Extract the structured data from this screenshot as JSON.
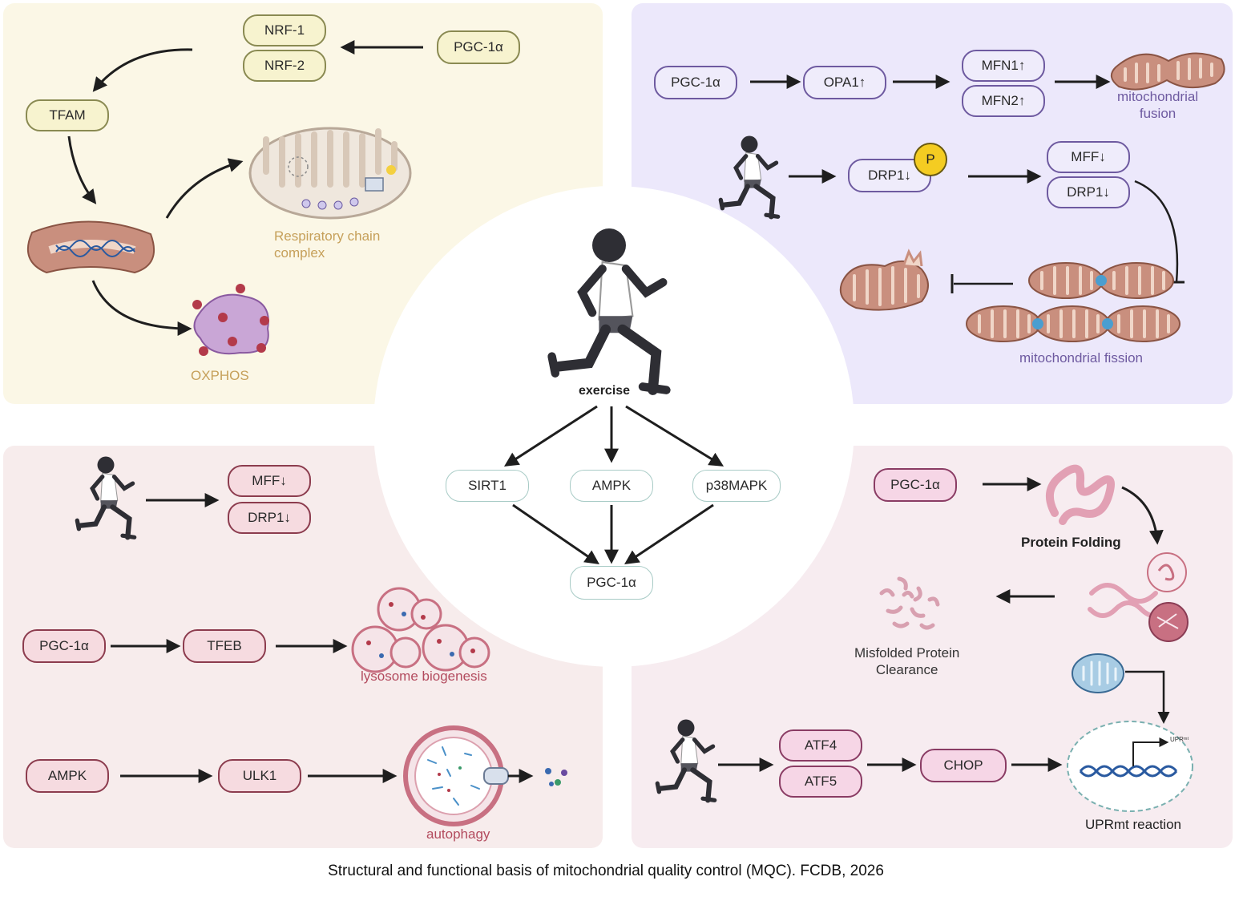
{
  "caption": "Structural and functional basis of mitochondrial quality control (MQC). FCDB, 2026",
  "center": {
    "exercise": "exercise",
    "sirt1": "SIRT1",
    "ampk": "AMPK",
    "p38mapk": "p38MAPK",
    "pgc1a": "PGC-1α"
  },
  "top_left": {
    "nrf1": "NRF-1",
    "nrf2": "NRF-2",
    "pgc1a": "PGC-1α",
    "tfam": "TFAM",
    "respiratory_chain": "Respiratory chain\ncomplex",
    "oxphos": "OXPHOS"
  },
  "top_right": {
    "pgc1a": "PGC-1α",
    "opa1": "OPA1↑",
    "mfn1": "MFN1↑",
    "mfn2": "MFN2↑",
    "fusion_label": "mitochondrial\nfusion",
    "drp1_p": "DRP1↓",
    "phosphate": "P",
    "mff": "MFF↓",
    "drp1": "DRP1↓",
    "fission_label": "mitochondrial fission"
  },
  "bottom_left": {
    "mff": "MFF↓",
    "drp1": "DRP1↓",
    "pgc1a": "PGC-1α",
    "tfeb": "TFEB",
    "lysosome_label": "lysosome biogenesis",
    "ampk": "AMPK",
    "ulk1": "ULK1",
    "autophagy_label": "autophagy"
  },
  "bottom_right": {
    "pgc1a": "PGC-1α",
    "folding_label": "Protein Folding",
    "clearance_label": "Misfolded Protein\nClearance",
    "atf4": "ATF4",
    "atf5": "ATF5",
    "chop": "CHOP",
    "uprmt_label": "UPRmt reaction",
    "uprmt_mini": "UPRᵐᵗ"
  },
  "colors": {
    "panel_top_left": "#fbf7e6",
    "panel_top_right": "#ece8fb",
    "panel_bottom_left": "#f7ecec",
    "panel_bottom_right": "#f7ecf0",
    "mitochondria": "#c98f7e",
    "arrow": "#1e1e1e"
  }
}
